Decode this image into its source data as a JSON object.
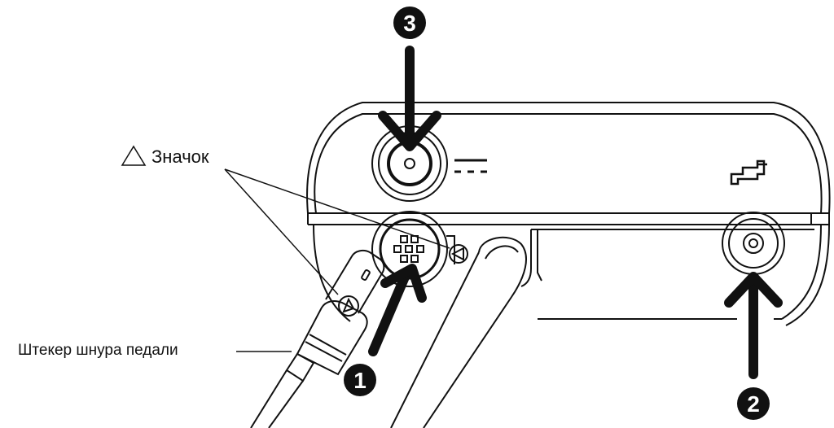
{
  "labels": {
    "mark_label": "Значок",
    "plug_label": "Штекер шнура педали"
  },
  "callouts": {
    "one": "1",
    "two": "2",
    "three": "3"
  },
  "icons": {
    "mark": "triangle-mark-icon",
    "dc": "dc-power-symbol-icon",
    "faucet": "water-faucet-icon"
  },
  "colors": {
    "line": "#111111",
    "background": "#ffffff"
  }
}
